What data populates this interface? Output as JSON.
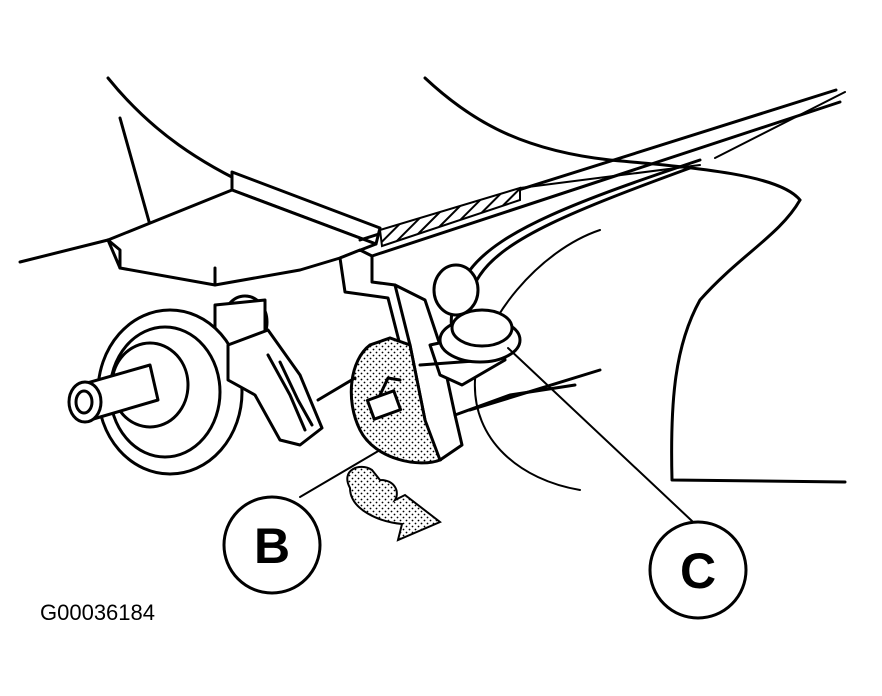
{
  "diagram": {
    "callouts": [
      {
        "id": "B",
        "label": "B"
      },
      {
        "id": "C",
        "label": "C"
      }
    ],
    "figure_id": "G00036184",
    "stipple_color": "#000000",
    "line_color": "#000000",
    "background": "#ffffff"
  }
}
